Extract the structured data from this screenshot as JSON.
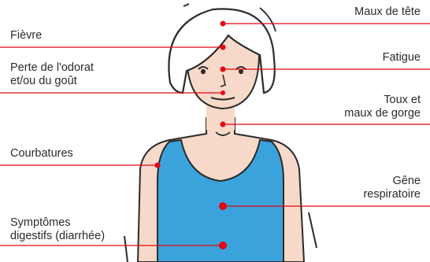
{
  "labels": {
    "fievre": "Fièvre",
    "odorat": "Perte de l'odorat\net/ou du goût",
    "courbatures": "Courbatures",
    "digestifs": "Symptômes\ndigestifs (diarrhée)",
    "maux_tete": "Maux de tête",
    "fatigue": "Fatigue",
    "toux": "Toux et\nmaux de gorge",
    "gene": "Gêne\nrespiratoire"
  },
  "colors": {
    "skin": "#f7d9c9",
    "hair_outline": "#2b2b2b",
    "top": "#3ba3dc",
    "marker": "#e30613",
    "text": "#2b2b2b"
  }
}
